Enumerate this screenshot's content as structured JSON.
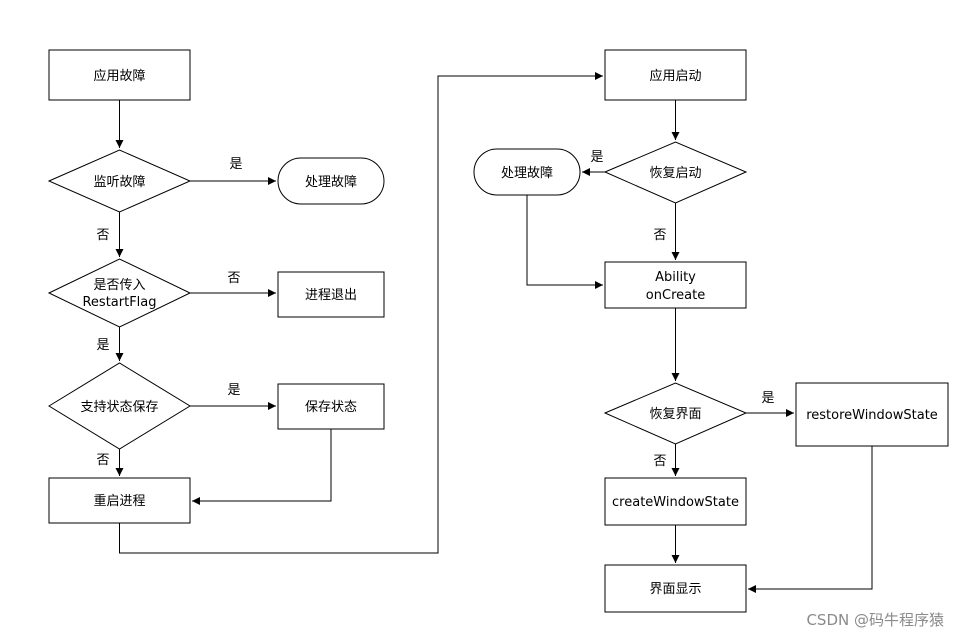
{
  "nodes": {
    "app_fault": "应用故障",
    "listen_fault": "监听故障",
    "handle_fault_left": "处理故障",
    "pass_restart_flag_line1": "是否传入",
    "pass_restart_flag_line2": "RestartFlag",
    "process_exit": "进程退出",
    "support_state_save": "支持状态保存",
    "save_state": "保存状态",
    "restart_process": "重启进程",
    "app_launch": "应用启动",
    "restore_launch": "恢复启动",
    "handle_fault_right": "处理故障",
    "ability_oncreate_line1": "Ability",
    "ability_oncreate_line2": "onCreate",
    "restore_ui": "恢复界面",
    "restore_window_state": "restoreWindowState",
    "create_window_state": "createWindowState",
    "ui_display": "界面显示"
  },
  "edge_labels": {
    "listen_yes": "是",
    "listen_no": "否",
    "flag_no": "否",
    "flag_yes": "是",
    "support_yes": "是",
    "support_no": "否",
    "restore_launch_yes": "是",
    "restore_launch_no": "否",
    "restore_ui_yes": "是",
    "restore_ui_no": "否"
  },
  "colors": {
    "stroke": "#000000",
    "fill": "#ffffff",
    "watermark": "#8a8a8a"
  },
  "watermark": "CSDN @码牛程序猿"
}
